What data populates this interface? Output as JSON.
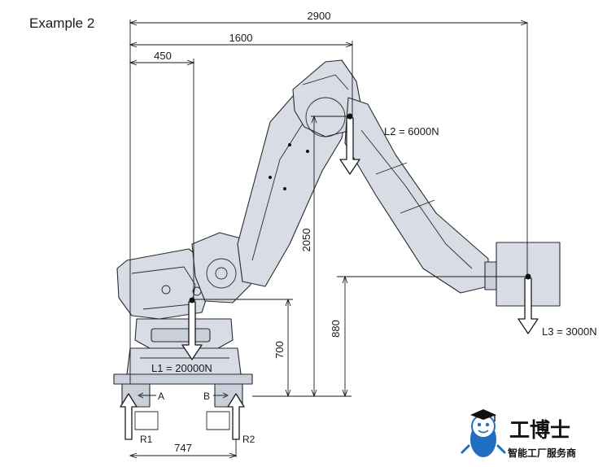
{
  "title": "Example 2",
  "dimensions": {
    "total_reach": "2900",
    "joint_reach": "1600",
    "base_offset": "450",
    "height_upper": "2050",
    "height_tool": "880",
    "height_base": "700",
    "base_width": "747"
  },
  "loads": {
    "l1": "L1 = 20000N",
    "l2": "L2 = 6000N",
    "l3": "L3 = 3000N"
  },
  "points": {
    "a": "A",
    "b": "B"
  },
  "reactions": {
    "r1": "R1",
    "r2": "R2"
  },
  "logo": {
    "name": "工博士",
    "tagline": "智能工厂服务商"
  },
  "colors": {
    "robot_body": "#d7dce5",
    "logo_blue": "#1e6fc0"
  }
}
